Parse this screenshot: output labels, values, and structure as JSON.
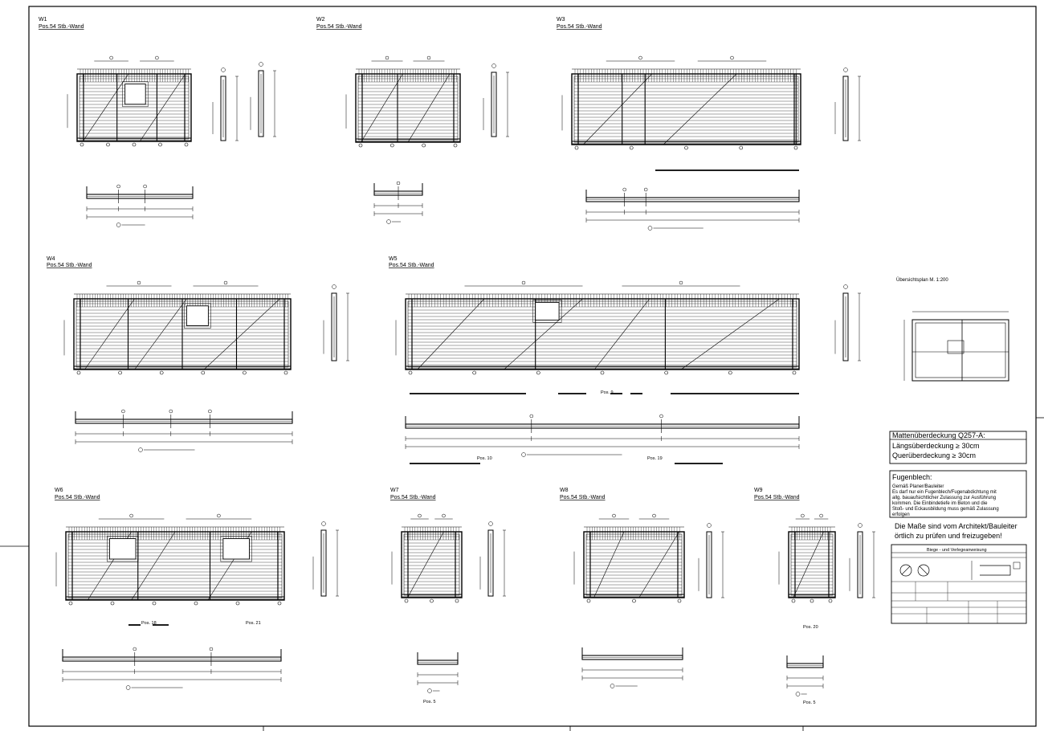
{
  "sheet": {
    "walls": [
      {
        "id": "W1",
        "pos": "Pos.54 Stb.-Wand"
      },
      {
        "id": "W2",
        "pos": "Pos.54 Stb.-Wand"
      },
      {
        "id": "W3",
        "pos": "Pos.54 Stb.-Wand"
      },
      {
        "id": "W4",
        "pos": "Pos.54 Stb.-Wand"
      },
      {
        "id": "W5",
        "pos": "Pos.54 Stb.-Wand"
      },
      {
        "id": "W6",
        "pos": "Pos.54 Stb.-Wand"
      },
      {
        "id": "W7",
        "pos": "Pos.54 Stb.-Wand"
      },
      {
        "id": "W8",
        "pos": "Pos.54 Stb.-Wand"
      },
      {
        "id": "W9",
        "pos": "Pos.54 Stb.-Wand"
      }
    ],
    "overview": {
      "label": "Übersichtsplan M. 1:200"
    },
    "matten": {
      "title": "Mattenüberdeckung Q257-A:",
      "line1": "Längsüberdeckung ≥ 30cm",
      "line2": "Querüberdeckung ≥ 30cm"
    },
    "fugenblech": {
      "title": "Fugenblech:",
      "lines": [
        "Gemäß Planer/Bauleiter",
        "Es darf nur ein Fugenblech/Fugenabdichtung mit",
        "allg. bauaufsichtlicher Zulassung zur Ausführung",
        "kommen. Die Einbindetiefe im Beton und die",
        "Stoß- und Eckausbildung muss gemäß Zulassung",
        "erfolgen"
      ]
    },
    "note": {
      "line1": "Die Maße sind vom Architekt/Bauleiter",
      "line2": "örtlich zu prüfen und freizugeben!"
    },
    "legend": {
      "title": "Biege - und Verlegeanweisung"
    },
    "pos_labels": [
      "Pos. 9",
      "Pos. 10",
      "Pos. 19",
      "Pos. 18",
      "Pos. 21",
      "Pos. 5",
      "Pos. 20",
      "Pos. 5"
    ],
    "colors": {
      "ink": "#000000",
      "paper": "#ffffff"
    }
  }
}
